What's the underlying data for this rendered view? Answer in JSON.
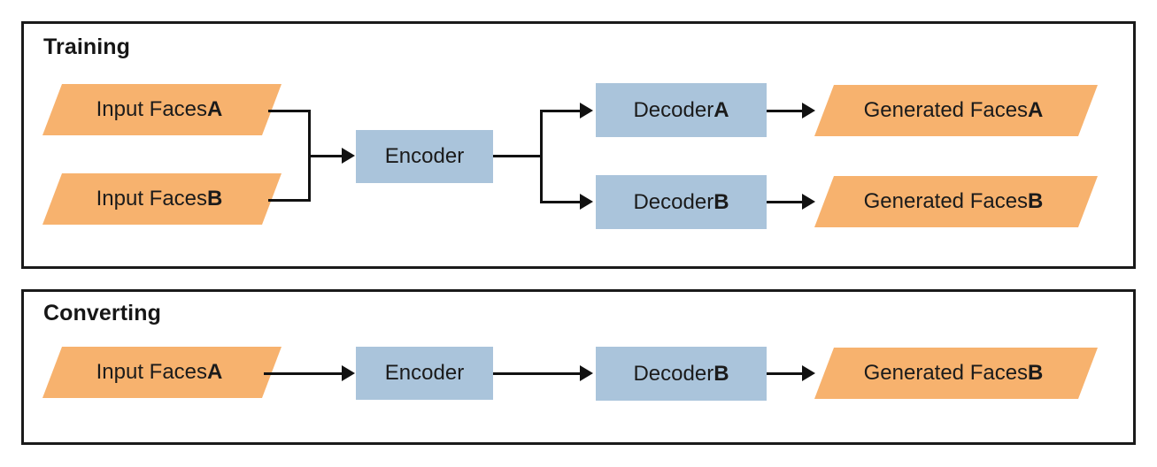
{
  "diagram": {
    "title_hidden": "",
    "colors": {
      "data_shape": "#f7b26e",
      "process_shape": "#aac4db",
      "stroke": "#111111",
      "panel_border": "#1a1a1a",
      "background": "#ffffff",
      "text": "#1b1b1b"
    }
  },
  "panels": [
    {
      "id": "training",
      "title": "Training",
      "nodes": {
        "input_a": {
          "label": "Input Faces ",
          "emphasis": "A",
          "type": "data"
        },
        "input_b": {
          "label": "Input Faces ",
          "emphasis": "B",
          "type": "data"
        },
        "encoder": {
          "label": "Encoder",
          "emphasis": "",
          "type": "process"
        },
        "decoder_a": {
          "label": "Decoder ",
          "emphasis": "A",
          "type": "process"
        },
        "decoder_b": {
          "label": "Decoder ",
          "emphasis": "B",
          "type": "process"
        },
        "generated_a": {
          "label": "Generated Faces ",
          "emphasis": "A",
          "type": "data"
        },
        "generated_b": {
          "label": "Generated Faces ",
          "emphasis": "B",
          "type": "data"
        }
      }
    },
    {
      "id": "converting",
      "title": "Converting",
      "nodes": {
        "input_a": {
          "label": "Input Faces ",
          "emphasis": "A",
          "type": "data"
        },
        "encoder": {
          "label": "Encoder",
          "emphasis": "",
          "type": "process"
        },
        "decoder_b": {
          "label": "Decoder ",
          "emphasis": "B",
          "type": "process"
        },
        "generated_b": {
          "label": "Generated Faces ",
          "emphasis": "B",
          "type": "data"
        }
      }
    }
  ],
  "edges": [
    {
      "from": "input_a",
      "to": "encoder",
      "panel": "training"
    },
    {
      "from": "input_b",
      "to": "encoder",
      "panel": "training"
    },
    {
      "from": "encoder",
      "to": "decoder_a",
      "panel": "training"
    },
    {
      "from": "encoder",
      "to": "decoder_b",
      "panel": "training"
    },
    {
      "from": "decoder_a",
      "to": "generated_a",
      "panel": "training"
    },
    {
      "from": "decoder_b",
      "to": "generated_b",
      "panel": "training"
    },
    {
      "from": "input_a",
      "to": "encoder",
      "panel": "converting"
    },
    {
      "from": "encoder",
      "to": "decoder_b",
      "panel": "converting"
    },
    {
      "from": "decoder_b",
      "to": "generated_b",
      "panel": "converting"
    }
  ]
}
